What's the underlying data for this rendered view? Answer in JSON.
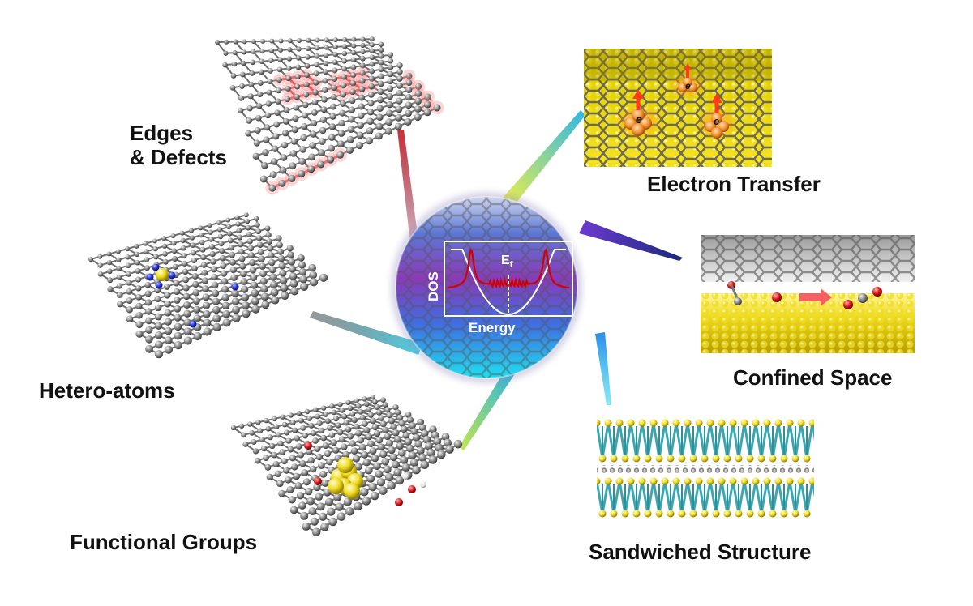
{
  "labels": {
    "edges_line1": "Edges",
    "edges_line2": "& Defects",
    "hetero": "Hetero-atoms",
    "functional": "Functional Groups",
    "electron": "Electron Transfer",
    "confined": "Confined Space",
    "sandwich": "Sandwiched Structure"
  },
  "inset": {
    "ylabel": "DOS",
    "xlabel": "Energy",
    "fermi": "E",
    "fermi_sub": "f"
  },
  "electron_symbol": "e",
  "colors": {
    "carbon": "#7a7a7a",
    "defect": "#e04646",
    "heteroatom": "#1f2fd1",
    "dopant": "#f3e12c",
    "oxygen": "#d81b1b",
    "hydrogen": "#ffffff",
    "sulfur": "#e8d21b",
    "metal": "#3aa7b0",
    "dos_curve": "#d40000",
    "band_curve": "#ffffff"
  }
}
